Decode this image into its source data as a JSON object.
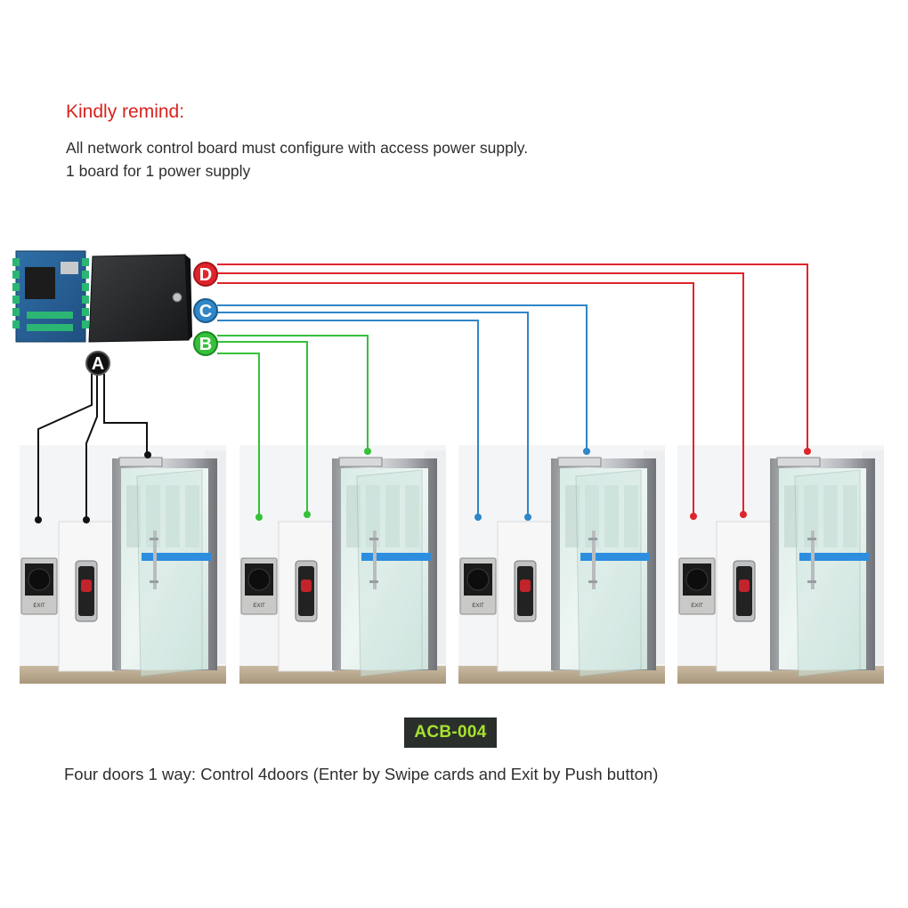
{
  "header": {
    "remind_title": "Kindly remind:",
    "note_line_1": "All network control board must configure with access power supply.",
    "note_line_2": "1 board for 1 power supply"
  },
  "diagram": {
    "wire_labels": [
      "A",
      "B",
      "C",
      "D"
    ],
    "wire_colors": {
      "A": "#111111",
      "B": "#35c13a",
      "C": "#2f86c8",
      "D": "#e0242c"
    },
    "door_count": 4,
    "exit_button_text": "EXIT",
    "devices": [
      "network-control-board",
      "power-supply-box",
      "exit-button",
      "fingerprint-reader",
      "magnetic-lock",
      "glass-door"
    ]
  },
  "footer": {
    "model": "ACB-004",
    "caption": "Four doors 1 way: Control 4doors (Enter by Swipe cards and Exit by Push button)"
  }
}
